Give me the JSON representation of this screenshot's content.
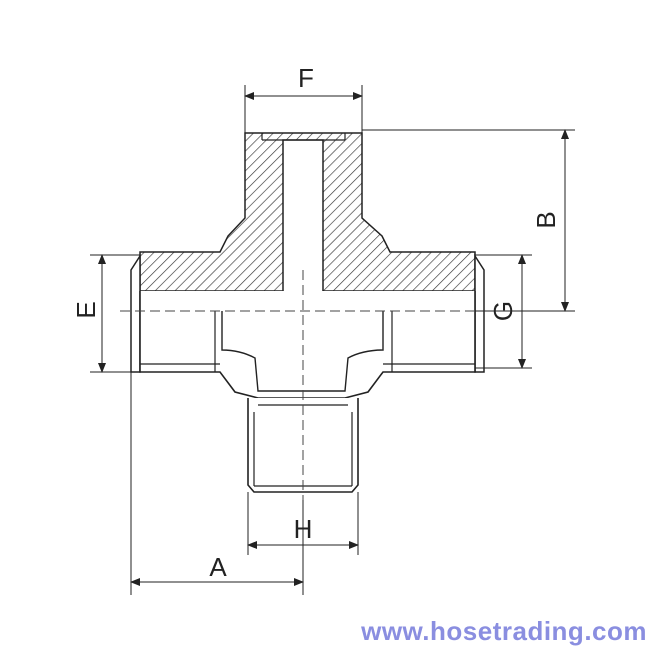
{
  "diagram": {
    "dimensions": {
      "F": "F",
      "B": "B",
      "E": "E",
      "G": "G",
      "H": "H",
      "A": "A"
    }
  },
  "watermark": "www.hosetrading.com",
  "colors": {
    "line": "#222222",
    "hatch": "#333333",
    "watermark": "#8a8ee0"
  }
}
